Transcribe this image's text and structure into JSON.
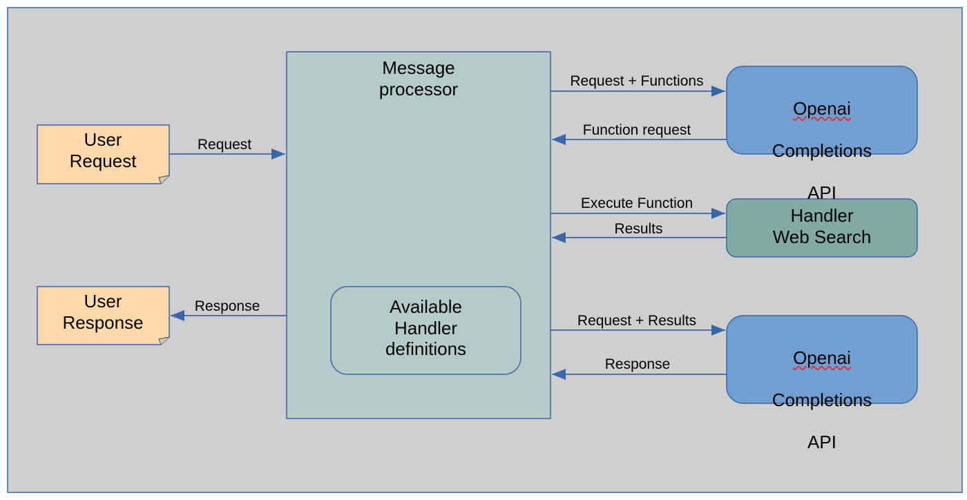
{
  "colors": {
    "canvas": "#cfcfcf",
    "border": "#3a66a8",
    "note_fill": "#ffd9aa",
    "processor_fill": "#b5cbc8",
    "openai_fill": "#729fd1",
    "handler_fill": "#80aaa2",
    "definitions_fill": "#b5cbc8",
    "arrow": "#3a66a8",
    "spell_underline": "#e0303a"
  },
  "nodes": {
    "user_request": "User\nRequest",
    "user_response": "User\nResponse",
    "message_processor": "Message\nprocessor",
    "available_definitions": "Available\nHandler\ndefinitions",
    "openai_top": {
      "line1": "Openai",
      "line2": "Completions",
      "line3": "API"
    },
    "handler_web_search": "Handler\nWeb Search",
    "openai_bottom": {
      "line1": "Openai",
      "line2": "Completions",
      "line3": "API"
    }
  },
  "edges": {
    "request": "Request",
    "response_left": "Response",
    "request_functions": "Request + Functions",
    "function_request": "Function request",
    "execute_function": "Execute Function",
    "results": "Results",
    "request_results": "Request + Results",
    "response_right": "Response"
  }
}
